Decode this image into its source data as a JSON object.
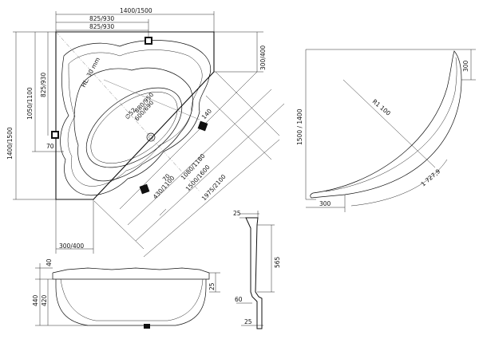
{
  "plan_dims": {
    "top_total": "1400/1500",
    "top_mid": "825/930",
    "top_inner": "825/930",
    "left_total": "1400/1500",
    "left_mid": "1050/1100",
    "left_inner": "825/930",
    "right_top": "300/400",
    "bottom_left": "300/400",
    "corner_70": "70",
    "head_label": "HL. 30 mm",
    "oval_a": "880/950",
    "oval_b": "600/690",
    "drain": "∅52",
    "jet_140": "140",
    "diag_70": "70",
    "diag_1": "1080/1180",
    "diag_2": "1500/1600",
    "diag_3": "1975/2100",
    "diag_4": "430/1100"
  },
  "curve_dims": {
    "height": "1500 / 1400",
    "radius": "R1 100",
    "arc": "1 727,9",
    "top_300": "300",
    "bottom_300": "300"
  },
  "panel_dims": {
    "top_25": "25",
    "height_565": "565",
    "mid_60": "60",
    "bottom_25": "25"
  },
  "side_dims": {
    "rim_40": "40",
    "h_440": "440",
    "h_420": "420",
    "right_25": "25"
  }
}
